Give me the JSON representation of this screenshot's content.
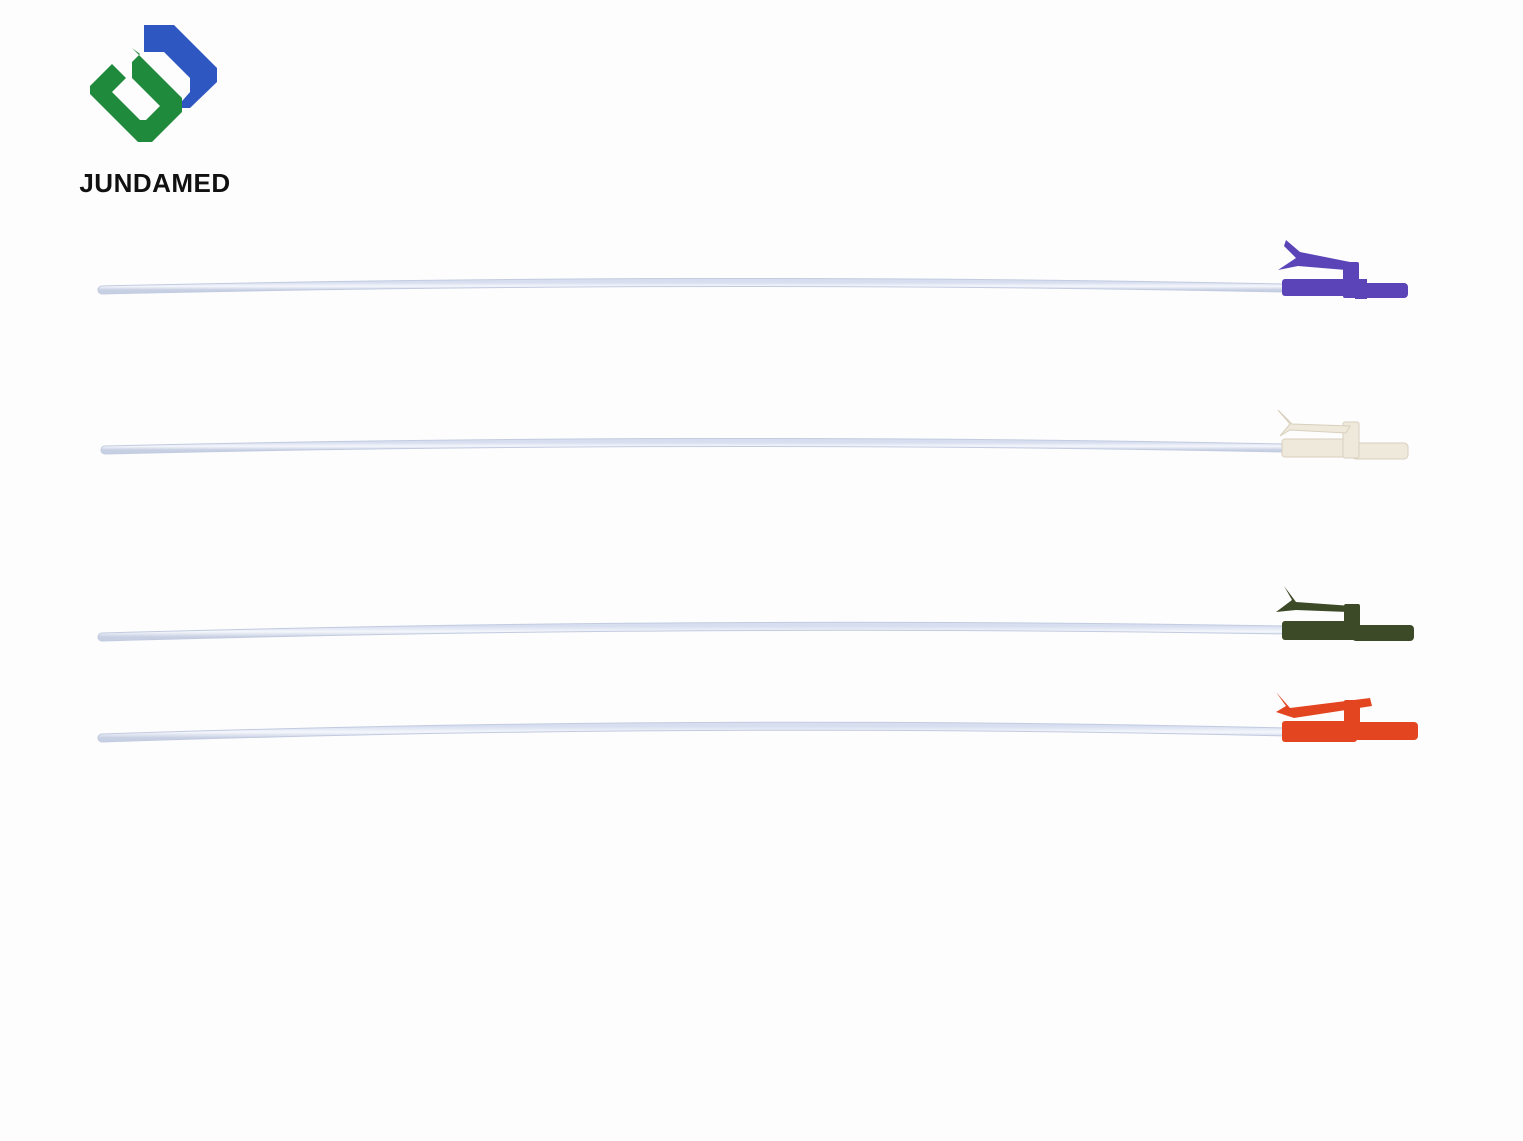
{
  "brand": {
    "name": "JUNDAMED",
    "colors": {
      "green": "#1f8a3b",
      "blue": "#2f57c2",
      "text": "#111111"
    }
  },
  "products": [
    {
      "name": "suction-catheter-purple",
      "connector_color": "#5a44b8"
    },
    {
      "name": "suction-catheter-white",
      "connector_color": "#efe9dc"
    },
    {
      "name": "suction-catheter-green",
      "connector_color": "#3d4a28"
    },
    {
      "name": "suction-catheter-orange",
      "connector_color": "#e2451f"
    }
  ]
}
